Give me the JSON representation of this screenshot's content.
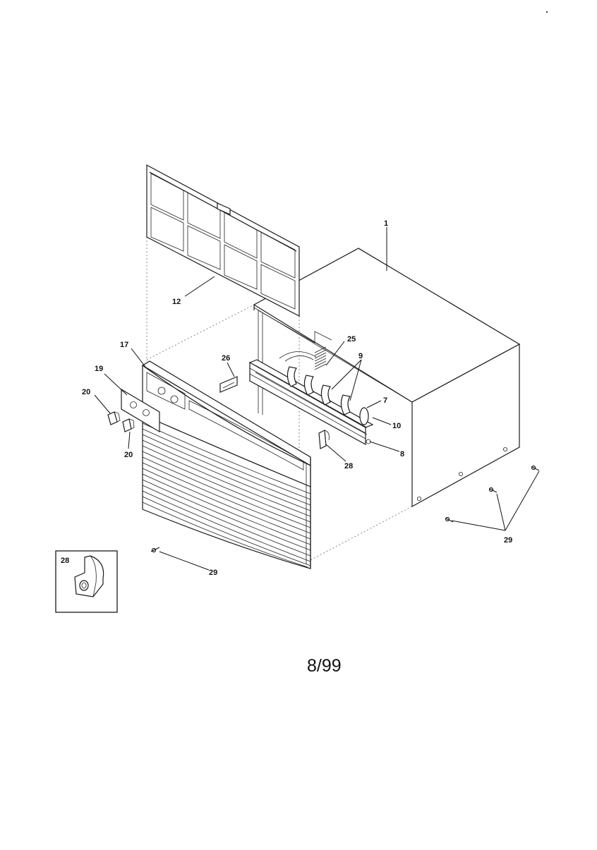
{
  "diagram": {
    "callouts": {
      "p1": "1",
      "p7": "7",
      "p8": "8",
      "p9": "9",
      "p10": "10",
      "p12": "12",
      "p17": "17",
      "p19": "19",
      "p20a": "20",
      "p20b": "20",
      "p25": "25",
      "p26": "26",
      "p28": "28",
      "p29a": "29",
      "p29b": "29",
      "inset28": "28"
    },
    "date_stamp": "8/99"
  },
  "colors": {
    "line": "#1a1a1a",
    "background": "#ffffff",
    "filter_mesh": "#bdbdbd"
  }
}
